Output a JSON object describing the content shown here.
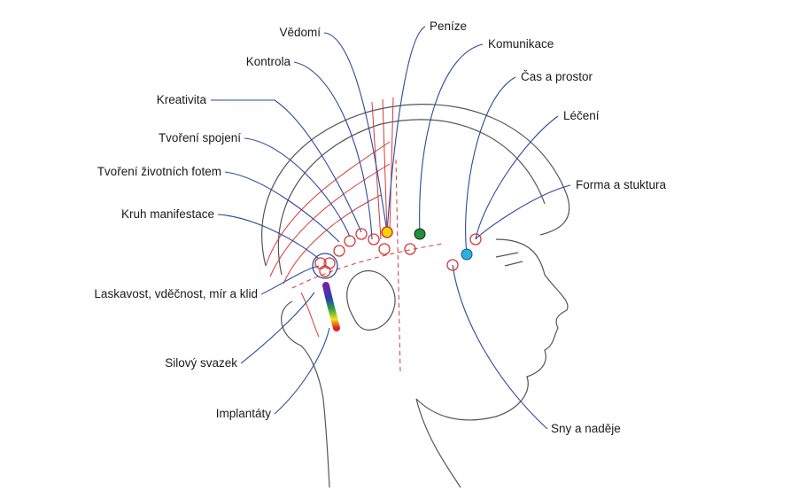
{
  "labels": {
    "vedomi": "Vědomí",
    "penize": "Peníze",
    "komunikace": "Komunikace",
    "kontrola": "Kontrola",
    "cas": "Čas a prostor",
    "kreativita": "Kreativita",
    "leceni": "Léčení",
    "spojeni": "Tvoření spojení",
    "fotem": "Tvoření životních fotem",
    "forma": "Forma a stuktura",
    "kruh": "Kruh manifestace",
    "laskavost": "Laskavost, vděčnost, mír a klid",
    "svazek": "Silový svazek",
    "implantaty": "Implantáty",
    "sny": "Sny a naděje"
  },
  "colors": {
    "leader": "#2b4a9a",
    "point": "#d23a3a",
    "outline": "#555555",
    "yellow": "#f2d600",
    "green": "#1f8f3a",
    "cyan": "#29b3d6"
  }
}
